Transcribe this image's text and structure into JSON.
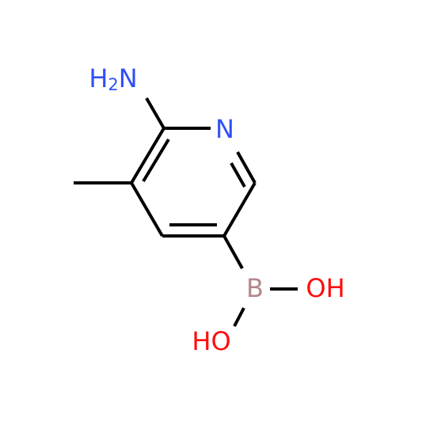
{
  "molecule": {
    "atoms": {
      "amino": {
        "main": "H",
        "sub": "2",
        "tail": "N",
        "color": "#3050F8"
      },
      "ring_nitrogen": {
        "label": "N",
        "color": "#3050F8"
      },
      "boron": {
        "label": "B",
        "color": "#B5878A"
      },
      "hydroxyl_right": {
        "label": "OH",
        "color": "#FF0D0D"
      },
      "hydroxyl_bottom": {
        "label": "HO",
        "color": "#FF0D0D"
      }
    },
    "bond_color": "#000000"
  }
}
